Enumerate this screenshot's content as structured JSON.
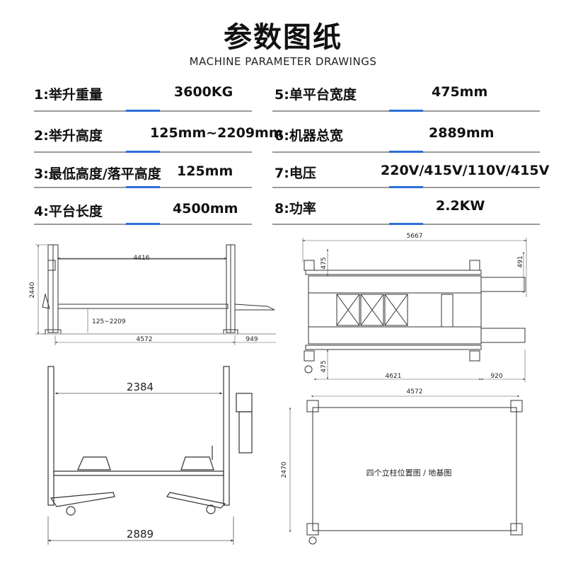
{
  "header": {
    "title": "参数图纸",
    "subtitle": "MACHINE PARAMETER DRAWINGS"
  },
  "params": [
    {
      "label": "1:举升重量",
      "value": "3600KG"
    },
    {
      "label": "2:举升高度",
      "value": "125mm~2209mm"
    },
    {
      "label": "3:最低高度/落平高度",
      "value": "125mm"
    },
    {
      "label": "4:平台长度",
      "value": "4500mm"
    },
    {
      "label": "5:单平台宽度",
      "value": "475mm"
    },
    {
      "label": "6:机器总宽",
      "value": "2889mm"
    },
    {
      "label": "7:电压",
      "value": "220V/415V/110V/415V"
    },
    {
      "label": "8:功率",
      "value": "2.2KW"
    }
  ],
  "side_view": {
    "height": "2440",
    "inner_length": "4416",
    "lift_range": "125~2209",
    "total_length": "4572",
    "ramp_length": "949"
  },
  "top_view": {
    "total_length": "5667",
    "platform_width_top": "475",
    "platform_width_bottom": "475",
    "side_width": "491",
    "run_length": "4621",
    "ramp_length": "920"
  },
  "front_view": {
    "inner_width": "2384",
    "total_width": "2889"
  },
  "foundation_view": {
    "length": "4572",
    "width": "2470",
    "caption": "四个立柱位置图 / 地基图"
  },
  "colors": {
    "accent": "#2d6fd6",
    "rule": "#9a9a9a",
    "line": "#333333"
  }
}
